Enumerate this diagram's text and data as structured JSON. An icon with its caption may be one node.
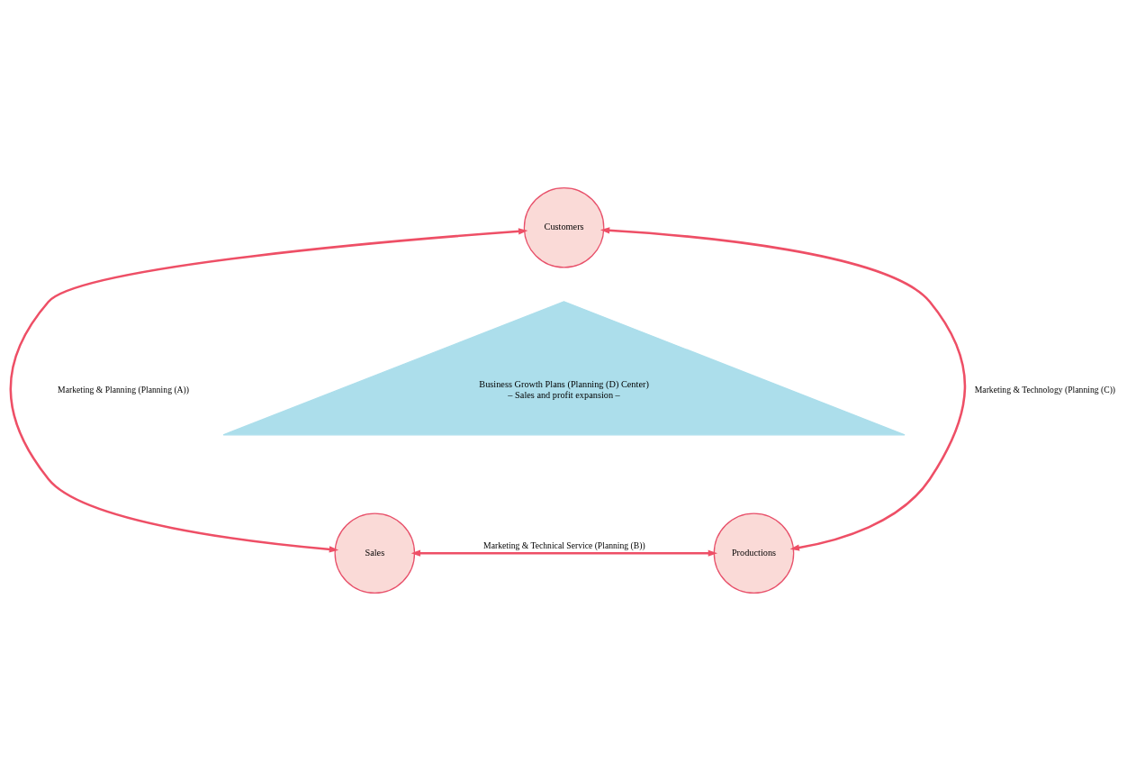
{
  "diagram": {
    "nodes": [
      {
        "text": [
          "Customers"
        ]
      },
      {
        "text": [
          "Business Growth Plans (Planning (D) Center)",
          "– Sales and profit expansion –"
        ]
      },
      {
        "text": [
          "Sales"
        ]
      },
      {
        "text": [
          "Productions"
        ]
      }
    ],
    "edges": [
      {
        "from": 0,
        "to": 2,
        "arrow": "both",
        "label": "Marketing & Planning (Planning (A))"
      },
      {
        "from": 2,
        "to": 3,
        "arrow": "both",
        "label": "Marketing & Technical Service (Planning (B))"
      },
      {
        "from": 0,
        "to": 3,
        "arrow": "both",
        "label": "Marketing & Technology (Planning (C))"
      }
    ]
  }
}
